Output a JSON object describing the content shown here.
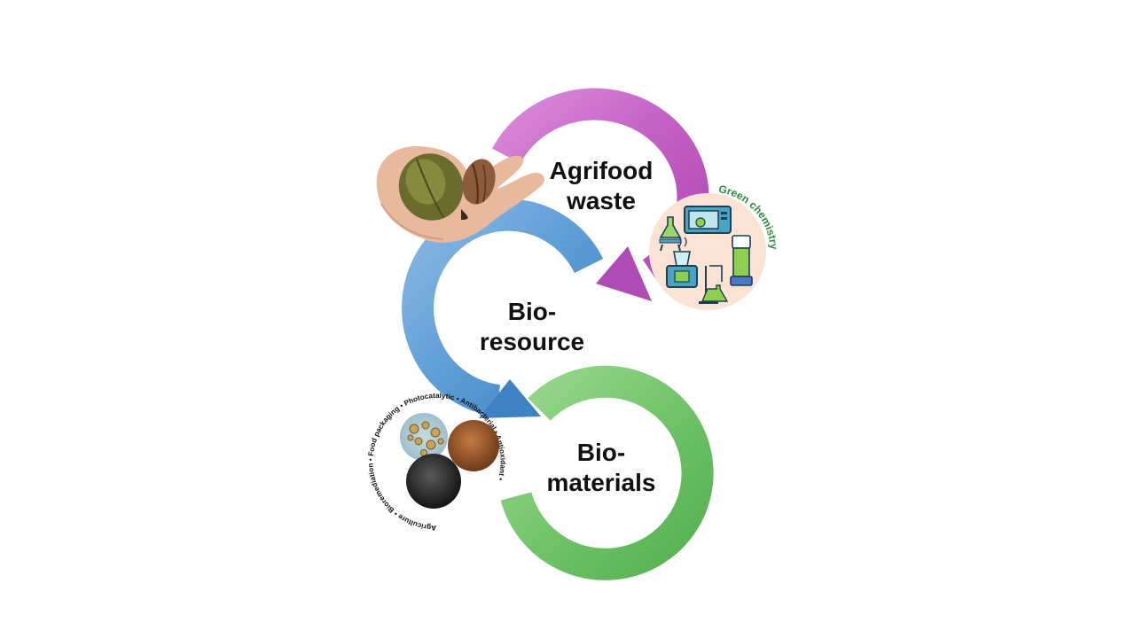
{
  "cycle": {
    "agrifood": {
      "line1": "Agrifood",
      "line2": "waste",
      "color": "#c660c6"
    },
    "bioresource": {
      "line1": "Bio-",
      "line2": "resource",
      "color": "#5b9bd5"
    },
    "biomaterials": {
      "line1": "Bio-",
      "line2": "materials",
      "color": "#6cc36a"
    }
  },
  "green_chemistry": {
    "title": "Green chemistry",
    "title_color": "#2e8b3e",
    "bg": "#fbe3d3"
  },
  "applications": {
    "ring_text": "Agriculture • Bioremediation • Food packaging • Photocatalytic • Antibacterial • Antioxidant •"
  },
  "icons": {
    "pecan_photo": "pecan-in-hand-icon",
    "microwave": "microwave-icon",
    "flask": "flask-icon",
    "hotplate": "hotplate-beaker-icon",
    "column": "column-reactor-icon",
    "distillation": "distillation-icon",
    "micrograph1": "micrograph-spheres-icon",
    "micrograph2": "micrograph-brown-icon",
    "micrograph3": "micrograph-dark-icon"
  }
}
